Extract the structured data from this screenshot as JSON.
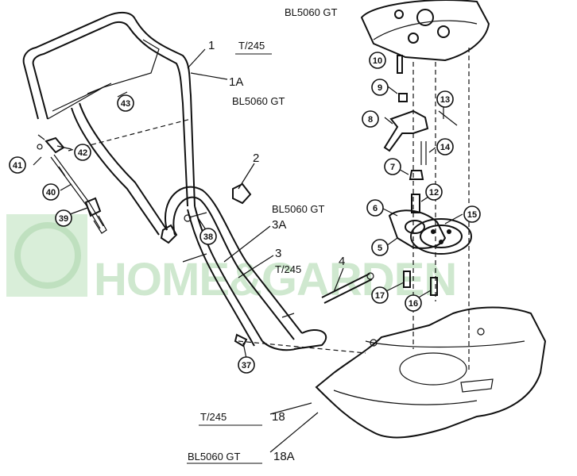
{
  "watermark": {
    "text": "HOME&GARDEN"
  },
  "callouts": [
    {
      "id": "c10",
      "label": "10"
    },
    {
      "id": "c9",
      "label": "9"
    },
    {
      "id": "c13",
      "label": "13"
    },
    {
      "id": "c8",
      "label": "8"
    },
    {
      "id": "c14",
      "label": "14"
    },
    {
      "id": "c7",
      "label": "7"
    },
    {
      "id": "c12",
      "label": "12"
    },
    {
      "id": "c6",
      "label": "6"
    },
    {
      "id": "c15",
      "label": "15"
    },
    {
      "id": "c5",
      "label": "5"
    },
    {
      "id": "c17",
      "label": "17"
    },
    {
      "id": "c16",
      "label": "16"
    },
    {
      "id": "c43",
      "label": "43"
    },
    {
      "id": "c42",
      "label": "42"
    },
    {
      "id": "c41",
      "label": "41"
    },
    {
      "id": "c40",
      "label": "40"
    },
    {
      "id": "c39",
      "label": "39"
    },
    {
      "id": "c38",
      "label": "38"
    },
    {
      "id": "c37",
      "label": "37"
    }
  ],
  "labels": {
    "model_top": "BL5060 GT",
    "part1": "1",
    "part1_model": "T/245",
    "part1a": "1A",
    "part1a_model": "BL5060 GT",
    "part2": "2",
    "part3a_model": "BL5060 GT",
    "part3a": "3A",
    "part3": "3",
    "part3_model": "T/245",
    "part4": "4",
    "part18_model": "T/245",
    "part18": "18",
    "part18a_model": "BL5060 GT",
    "part18a": "18A"
  }
}
